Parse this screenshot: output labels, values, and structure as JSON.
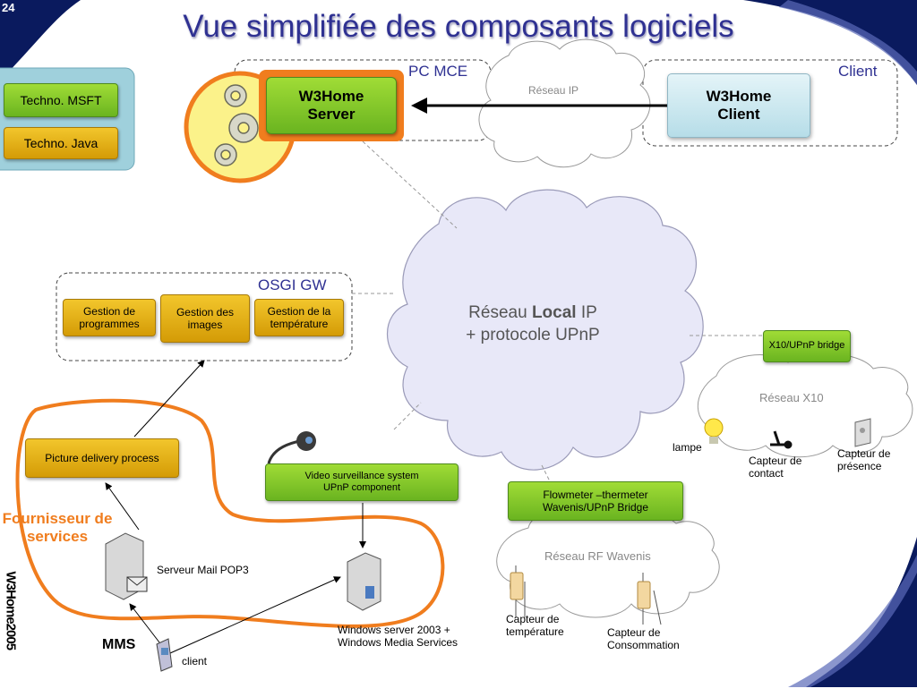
{
  "slide": {
    "number": "24",
    "title": "Vue simplifiée des composants logiciels",
    "footer_brand": "W3Home2005"
  },
  "tech_legend": {
    "msft": "Techno. MSFT",
    "java": "Techno. Java"
  },
  "pc_mce": {
    "group_label": "PC MCE",
    "server_line1": "W3Home",
    "server_line2": "Server",
    "ip_network_label": "Réseau IP"
  },
  "client_group": {
    "group_label": "Client",
    "client_line1": "W3Home",
    "client_line2": "Client"
  },
  "local_network": {
    "line1_pre": "Réseau ",
    "line1_bold": "Local",
    "line1_post": " IP",
    "line2": "+ protocole UPnP"
  },
  "osgi": {
    "group_label": "OSGI GW",
    "bundles": [
      {
        "label": "Gestion de programmes"
      },
      {
        "label": "Gestion des images"
      },
      {
        "label": "Gestion de la température"
      }
    ]
  },
  "x10": {
    "bridge_label": "X10/UPnP bridge",
    "network_label": "Réseau X10",
    "lamp": "lampe",
    "contact_sensor": "Capteur de contact",
    "presence_sensor": "Capteur de présence"
  },
  "wavenis": {
    "bridge_label": "Flowmeter –thermeter Wavenis/UPnP Bridge",
    "network_label": "Réseau RF Wavenis",
    "temp_sensor": "Capteur de température",
    "consumption_sensor": "Capteur de Consommation"
  },
  "video": {
    "component_label": "Video surveillance system UPnP component"
  },
  "provider": {
    "label": "Fournisseur de services",
    "picture_process": "Picture delivery process",
    "mail_server": "Serveur Mail POP3",
    "windows_server": "Windows server 2003 + Windows Media Services",
    "mms": "MMS",
    "client": "client"
  },
  "colors": {
    "title": "#2f3192",
    "accent_orange": "#f07d1e",
    "green": "#8ccd2c",
    "yellow": "#e8b416",
    "light_blue": "#c8e6ee"
  },
  "icons": [
    "gears-icon",
    "webcam-icon",
    "server-icon",
    "mobile-phone-icon",
    "lamp-icon",
    "contact-sensor-icon",
    "presence-sensor-icon",
    "wavenis-sensor-icon"
  ]
}
